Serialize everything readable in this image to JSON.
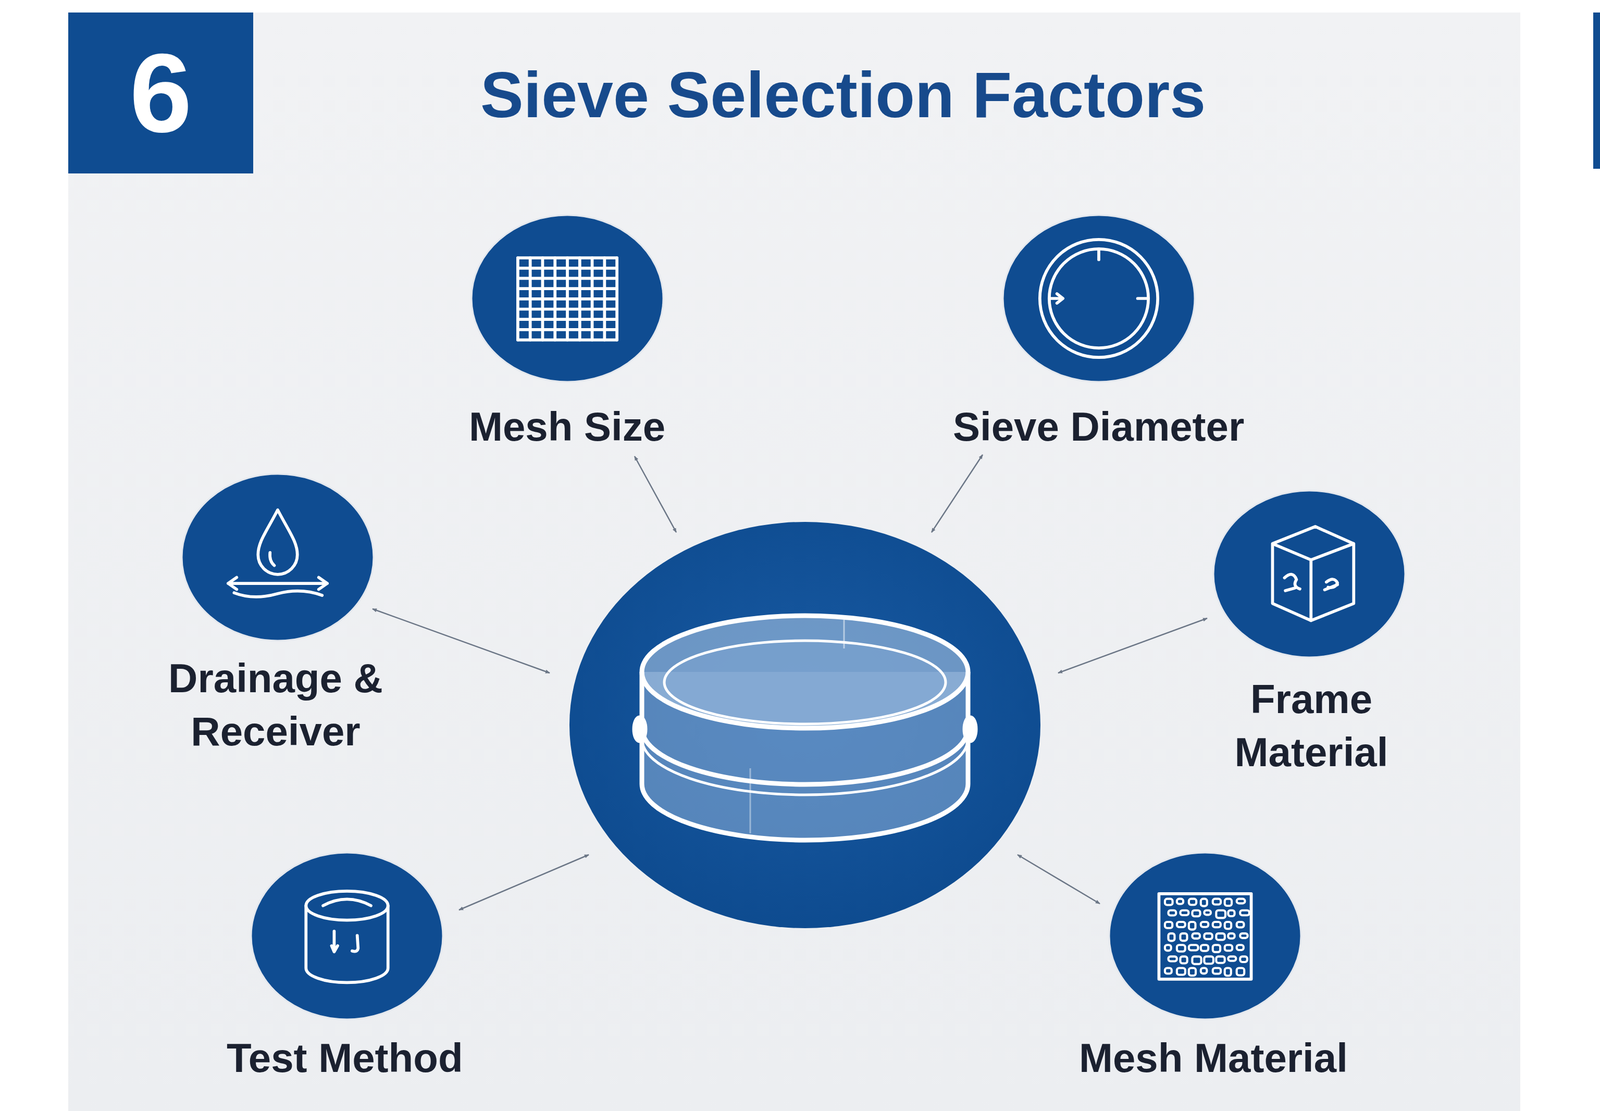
{
  "diagram": {
    "title": "Sieve Selection Factors",
    "nodes": [
      {
        "text": [
          "6"
        ]
      },
      {
        "text": [
          "Mesh Size"
        ]
      },
      {
        "text": [
          "Sieve Diameter"
        ]
      },
      {
        "text": [
          "Drainage & Receiver"
        ]
      },
      {
        "text": [
          "Frame Material"
        ]
      },
      {
        "text": [
          "Test Method"
        ]
      },
      {
        "text": [
          "Mesh Material"
        ]
      }
    ]
  }
}
